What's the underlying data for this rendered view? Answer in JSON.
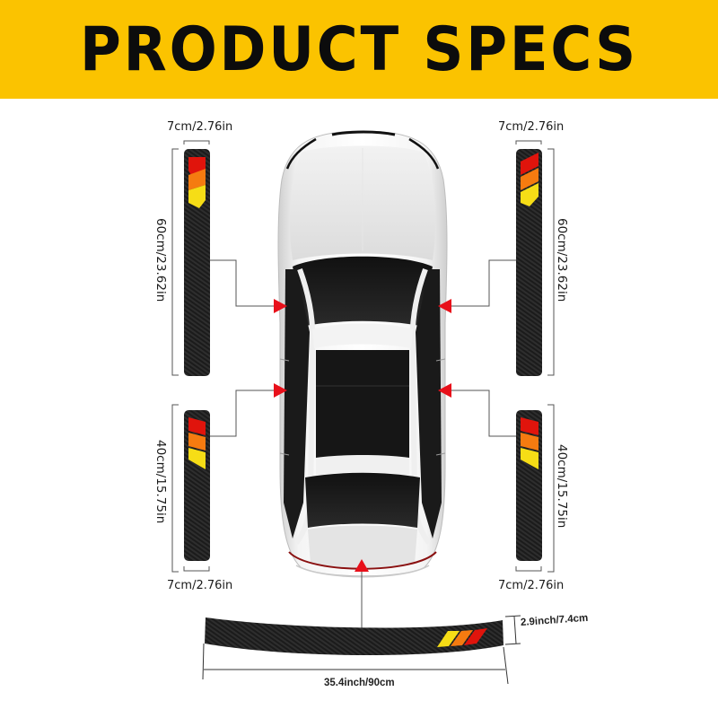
{
  "banner": {
    "title": "PRODUCT SPECS",
    "background": "#fbc300",
    "text_color": "#0c0c0c"
  },
  "stripes": {
    "colors": [
      "#e0140c",
      "#f57b10",
      "#f6dd16"
    ],
    "strip_color": "#1c1c1c"
  },
  "strips": {
    "front_left": {
      "width_label": "7cm/2.76in",
      "length_label": "60cm/23.62in"
    },
    "front_right": {
      "width_label": "7cm/2.76in",
      "length_label": "60cm/23.62in"
    },
    "rear_left": {
      "width_label": "7cm/2.76in",
      "length_label": "40cm/15.75in"
    },
    "rear_right": {
      "width_label": "7cm/2.76in",
      "length_label": "40cm/15.75in"
    },
    "bumper": {
      "length_label": "35.4inch/90cm",
      "height_label": "2.9inch/7.4cm"
    }
  },
  "indicators": {
    "arrow_color": "#e8101a",
    "count": 5
  }
}
